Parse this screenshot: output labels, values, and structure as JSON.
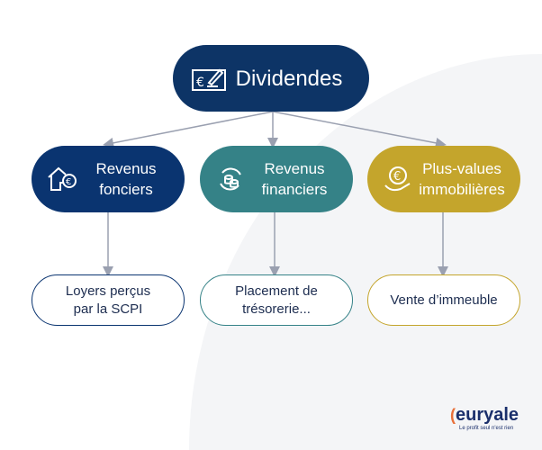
{
  "root": {
    "label": "Dividendes",
    "icon": "euro-cheque-icon"
  },
  "categories": [
    {
      "label": "Revenus fonciers",
      "icon": "house-euro-icon",
      "color": "#0a3470",
      "child": "Loyers perçus par la SCPI"
    },
    {
      "label": "Revenus financiers",
      "icon": "coins-exchange-icon",
      "color": "#358287",
      "child": "Placement de trésorerie..."
    },
    {
      "label": "Plus-values immobilières",
      "icon": "hand-euro-coin-icon",
      "color": "#c4a52c",
      "child": "Vente d’immeuble"
    }
  ],
  "logo": {
    "name": "euryale",
    "tagline": "Le profit seul n'est rien"
  }
}
